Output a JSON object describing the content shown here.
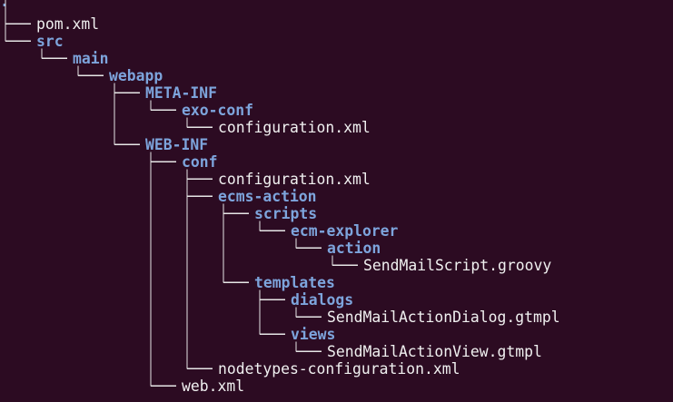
{
  "colors": {
    "background": "#2c0b22",
    "file_text": "#f0f0f0",
    "directory_text": "#7da4dc",
    "tree_lines": "#e6e6e6"
  },
  "root": ".",
  "tree": [
    {
      "name": "pom.xml",
      "type": "file",
      "depth": 0
    },
    {
      "name": "src",
      "type": "dir",
      "depth": 0
    },
    {
      "name": "main",
      "type": "dir",
      "depth": 1
    },
    {
      "name": "webapp",
      "type": "dir",
      "depth": 2
    },
    {
      "name": "META-INF",
      "type": "dir",
      "depth": 3
    },
    {
      "name": "exo-conf",
      "type": "dir",
      "depth": 4
    },
    {
      "name": "configuration.xml",
      "type": "file",
      "depth": 5
    },
    {
      "name": "WEB-INF",
      "type": "dir",
      "depth": 3
    },
    {
      "name": "conf",
      "type": "dir",
      "depth": 4
    },
    {
      "name": "configuration.xml",
      "type": "file",
      "depth": 5
    },
    {
      "name": "ecms-action",
      "type": "dir",
      "depth": 5
    },
    {
      "name": "scripts",
      "type": "dir",
      "depth": 6
    },
    {
      "name": "ecm-explorer",
      "type": "dir",
      "depth": 7
    },
    {
      "name": "action",
      "type": "dir",
      "depth": 8
    },
    {
      "name": "SendMailScript.groovy",
      "type": "file",
      "depth": 9
    },
    {
      "name": "templates",
      "type": "dir",
      "depth": 6
    },
    {
      "name": "dialogs",
      "type": "dir",
      "depth": 7
    },
    {
      "name": "SendMailActionDialog.gtmpl",
      "type": "file",
      "depth": 8
    },
    {
      "name": "views",
      "type": "dir",
      "depth": 7
    },
    {
      "name": "SendMailActionView.gtmpl",
      "type": "file",
      "depth": 8
    },
    {
      "name": "nodetypes-configuration.xml",
      "type": "file",
      "depth": 5
    },
    {
      "name": "web.xml",
      "type": "file",
      "depth": 4
    }
  ]
}
